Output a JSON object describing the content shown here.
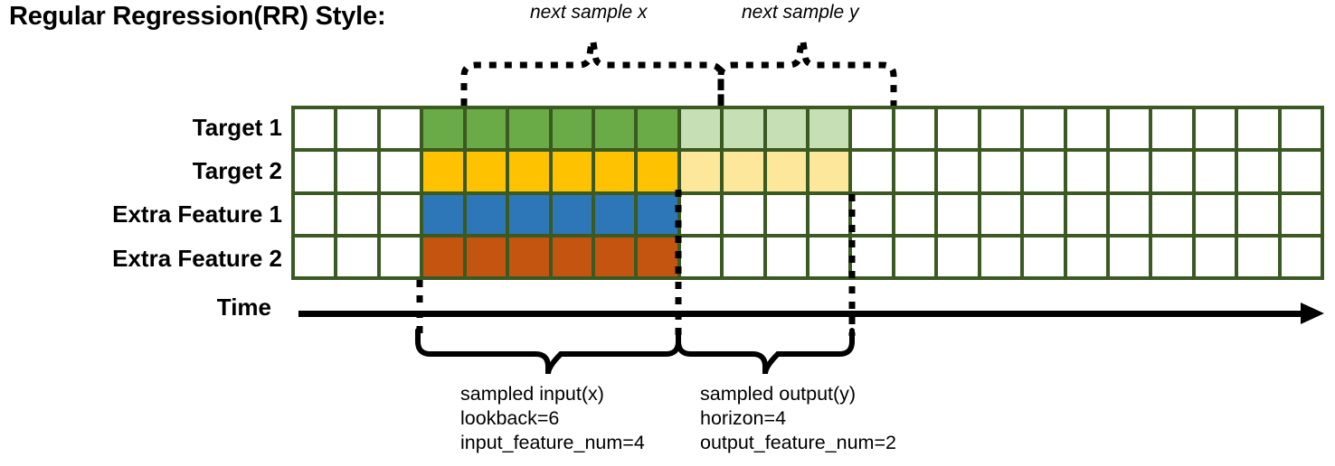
{
  "title": "Regular Regression(RR) Style:",
  "rows": [
    {
      "label": "Target 1",
      "name": "target-1"
    },
    {
      "label": "Target 2",
      "name": "target-2"
    },
    {
      "label": "Extra Feature 1",
      "name": "extra-feature-1"
    },
    {
      "label": "Extra Feature 2",
      "name": "extra-feature-2"
    }
  ],
  "axis": {
    "label": "Time"
  },
  "grid": {
    "columns": 24,
    "rows": 4,
    "border_color": "#3a5a22",
    "empty_color": "#ffffff",
    "input_start_col": 3,
    "input_end_col": 8,
    "output_start_col": 9,
    "output_end_col": 12
  },
  "colors": {
    "target1_input": "#6aab47",
    "target1_output": "#c6dfb4",
    "target2_input": "#ffc200",
    "target2_output": "#fde79a",
    "extra1_input": "#2d77b8",
    "extra2_input": "#c45511",
    "grid_border": "#3a5a22",
    "empty": "#ffffff",
    "ink": "#000000"
  },
  "chart_data": {
    "type": "heatmap",
    "title": "Regular Regression(RR) Style:",
    "xlabel": "Time",
    "ylabel": "",
    "categories": [
      "Target 1",
      "Target 2",
      "Extra Feature 1",
      "Extra Feature 2"
    ],
    "columns": 24,
    "series": [
      {
        "name": "Target 1",
        "values": [
          "empty",
          "empty",
          "empty",
          "input",
          "input",
          "input",
          "input",
          "input",
          "input",
          "output",
          "output",
          "output",
          "output",
          "empty",
          "empty",
          "empty",
          "empty",
          "empty",
          "empty",
          "empty",
          "empty",
          "empty",
          "empty",
          "empty"
        ]
      },
      {
        "name": "Target 2",
        "values": [
          "empty",
          "empty",
          "empty",
          "input",
          "input",
          "input",
          "input",
          "input",
          "input",
          "output",
          "output",
          "output",
          "output",
          "empty",
          "empty",
          "empty",
          "empty",
          "empty",
          "empty",
          "empty",
          "empty",
          "empty",
          "empty",
          "empty"
        ]
      },
      {
        "name": "Extra Feature 1",
        "values": [
          "empty",
          "empty",
          "empty",
          "input",
          "input",
          "input",
          "input",
          "input",
          "input",
          "empty",
          "empty",
          "empty",
          "empty",
          "empty",
          "empty",
          "empty",
          "empty",
          "empty",
          "empty",
          "empty",
          "empty",
          "empty",
          "empty",
          "empty"
        ]
      },
      {
        "name": "Extra Feature 2",
        "values": [
          "empty",
          "empty",
          "empty",
          "input",
          "input",
          "input",
          "input",
          "input",
          "input",
          "empty",
          "empty",
          "empty",
          "empty",
          "empty",
          "empty",
          "empty",
          "empty",
          "empty",
          "empty",
          "empty",
          "empty",
          "empty",
          "empty",
          "empty"
        ]
      }
    ],
    "annotations": {
      "next_sample_x": "next sample x",
      "next_sample_y": "next sample y",
      "lookback": 6,
      "horizon": 4,
      "input_feature_num": 4,
      "output_feature_num": 2
    },
    "grid": true,
    "legend": "none"
  },
  "top_braces": [
    {
      "name": "next-sample-x",
      "label": "next sample x"
    },
    {
      "name": "next-sample-y",
      "label": "next sample y"
    }
  ],
  "bottom_captions": [
    {
      "name": "sampled-input",
      "line1": "sampled input(x)",
      "line2": "lookback=6",
      "line3": "input_feature_num=4"
    },
    {
      "name": "sampled-output",
      "line1": "sampled output(y)",
      "line2": "horizon=4",
      "line3": "output_feature_num=2"
    }
  ]
}
